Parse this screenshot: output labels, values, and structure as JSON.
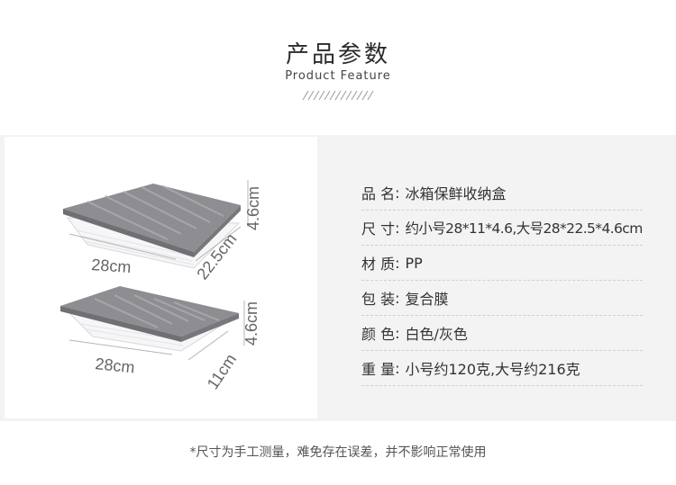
{
  "header": {
    "title_cn": "产品参数",
    "title_en": "Product Feature"
  },
  "figure": {
    "large_box": {
      "length": "28cm",
      "width": "22.5cm",
      "height": "4.6cm"
    },
    "small_box": {
      "length": "28cm",
      "width": "11cm",
      "height": "4.6cm"
    }
  },
  "specs": [
    {
      "label": "品 名",
      "sep": ":",
      "value": "冰箱保鲜收纳盒"
    },
    {
      "label": "尺 寸",
      "sep": ":",
      "value": "约小号28*11*4.6,大号28*22.5*4.6cm"
    },
    {
      "label": "材 质",
      "sep": ":",
      "value": "PP"
    },
    {
      "label": "包 装",
      "sep": ":",
      "value": "复合膜"
    },
    {
      "label": "颜 色",
      "sep": ":",
      "value": "白色/灰色"
    },
    {
      "label": "重 量",
      "sep": ":",
      "value": "小号约120克,大号约216克"
    }
  ],
  "footnote": "*尺寸为手工测量，难免存在误差，并不影响正常使用",
  "colors": {
    "lid": "#8b8b90",
    "lid_dark": "#6f6f74",
    "panel": "#f3f3f3",
    "text": "#333333"
  }
}
